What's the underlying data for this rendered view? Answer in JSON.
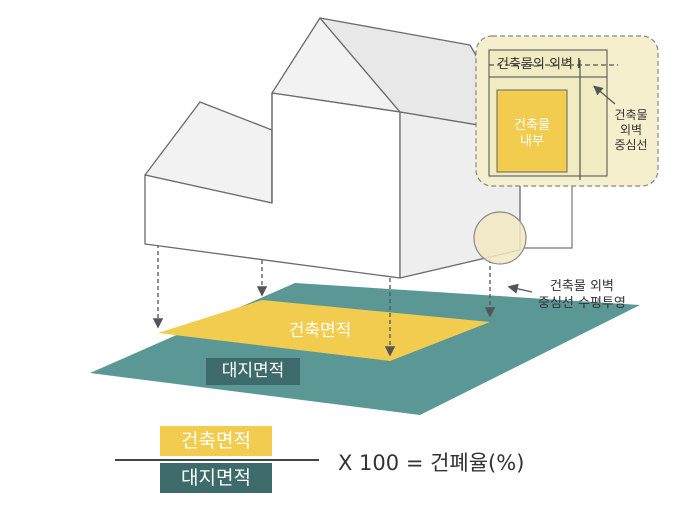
{
  "diagram": {
    "labels": {
      "wall_outer": "건축물의 외벽",
      "wall_outer_suffix": "I",
      "building_interior": [
        "건축물",
        "내부"
      ],
      "wall_center": [
        "건축물",
        "외벽",
        "중심선"
      ],
      "projection": [
        "건축물 외벽",
        "중심선 수평투영"
      ],
      "building_area": "건축면적",
      "site_area": "대지면적"
    },
    "formula": {
      "numerator": "건축면적",
      "denominator": "대지면적",
      "expression": "X 100 = 건폐율(%)"
    },
    "colors": {
      "yellow": "#f2cc4e",
      "teal": "#5a9795",
      "dark_teal": "#3d6b6c",
      "highlight_bg": "#f5efcd",
      "line": "#555555"
    }
  }
}
